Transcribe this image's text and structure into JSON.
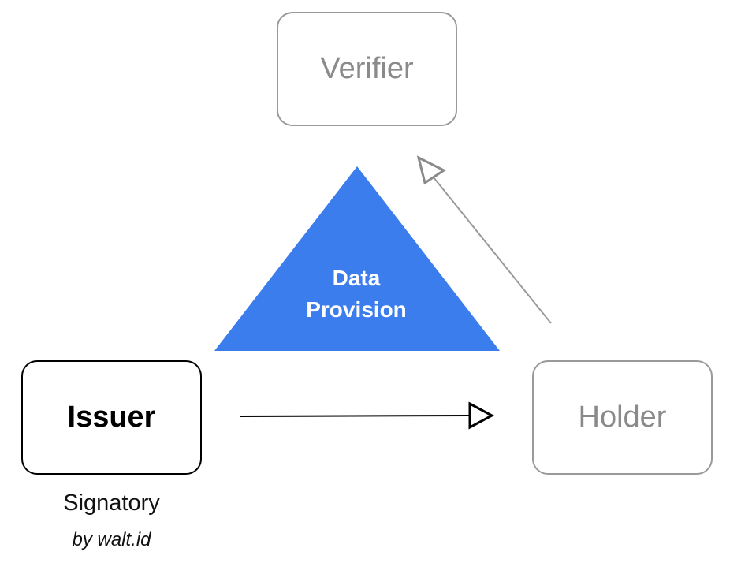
{
  "nodes": {
    "verifier": "Verifier",
    "holder": "Holder",
    "issuer": "Issuer"
  },
  "center": {
    "line1": "Data",
    "line2": "Provision"
  },
  "issuer_caption": {
    "role": "Signatory",
    "byline": "by walt.id"
  },
  "colors": {
    "accent": "#3b7ded",
    "muted": "#9a9a9a",
    "strong": "#000000"
  }
}
